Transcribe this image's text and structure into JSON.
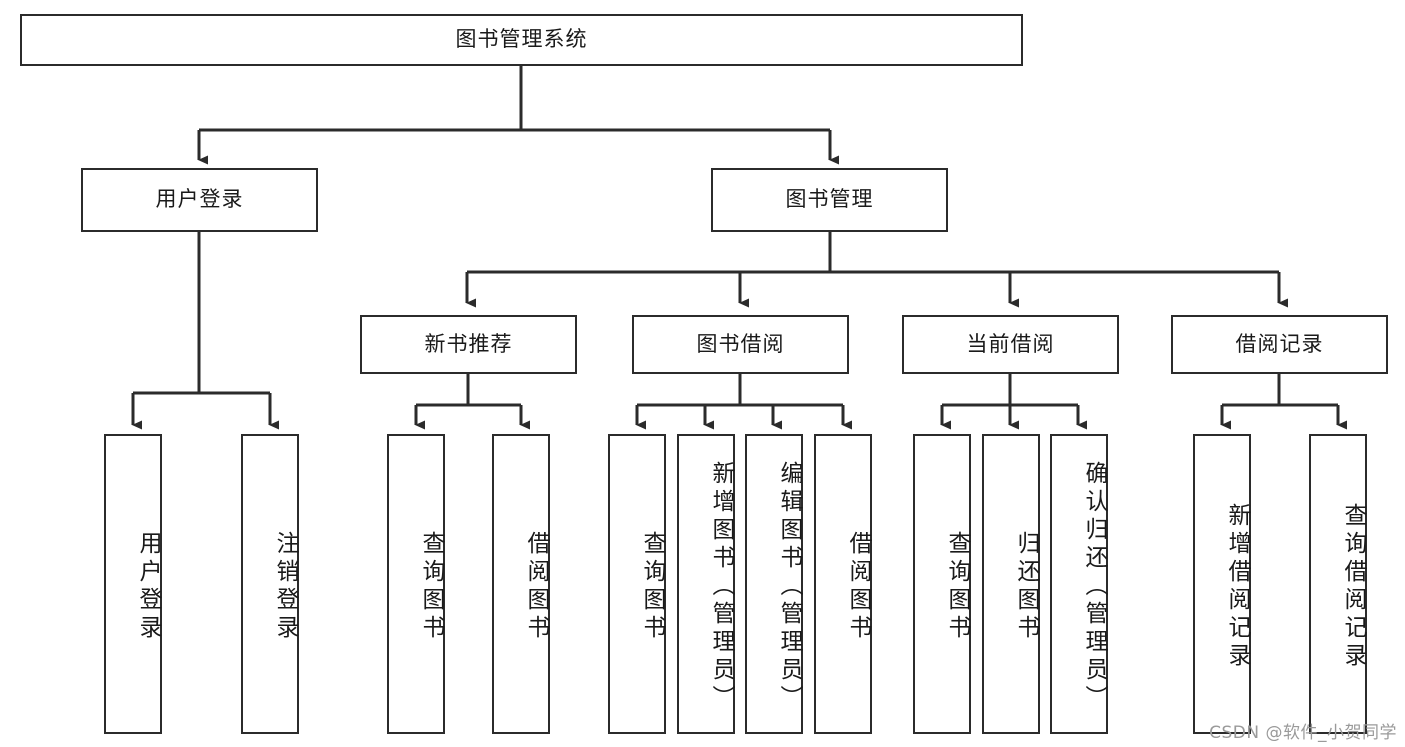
{
  "diagram": {
    "title": "图书管理系统",
    "type": "功能结构图",
    "watermark": "CSDN @软件_小贺同学",
    "colors": {
      "border": "#2b2b2b",
      "background": "#ffffff",
      "text": "#1a1a1a",
      "connector": "#2b2b2b",
      "watermark": "#9a9a9a"
    },
    "levels": {
      "root": {
        "label": "图书管理系统"
      },
      "level2": [
        {
          "label": "用户登录"
        },
        {
          "label": "图书管理"
        }
      ],
      "level3": [
        {
          "label": "新书推荐"
        },
        {
          "label": "图书借阅"
        },
        {
          "label": "当前借阅"
        },
        {
          "label": "借阅记录"
        }
      ],
      "leaves": [
        {
          "label": "用户登录",
          "parent": "用户登录"
        },
        {
          "label": "注销登录",
          "parent": "用户登录"
        },
        {
          "label": "查询图书",
          "parent": "新书推荐"
        },
        {
          "label": "借阅图书",
          "parent": "新书推荐"
        },
        {
          "label": "查询图书",
          "parent": "图书借阅"
        },
        {
          "label": "新增图书（管理员）",
          "parent": "图书借阅"
        },
        {
          "label": "编辑图书（管理员）",
          "parent": "图书借阅"
        },
        {
          "label": "借阅图书",
          "parent": "图书借阅"
        },
        {
          "label": "查询图书",
          "parent": "当前借阅"
        },
        {
          "label": "归还图书",
          "parent": "当前借阅"
        },
        {
          "label": "确认归还（管理员）",
          "parent": "当前借阅"
        },
        {
          "label": "新增借阅记录",
          "parent": "借阅记录"
        },
        {
          "label": "查询借阅记录",
          "parent": "借阅记录"
        }
      ]
    }
  }
}
